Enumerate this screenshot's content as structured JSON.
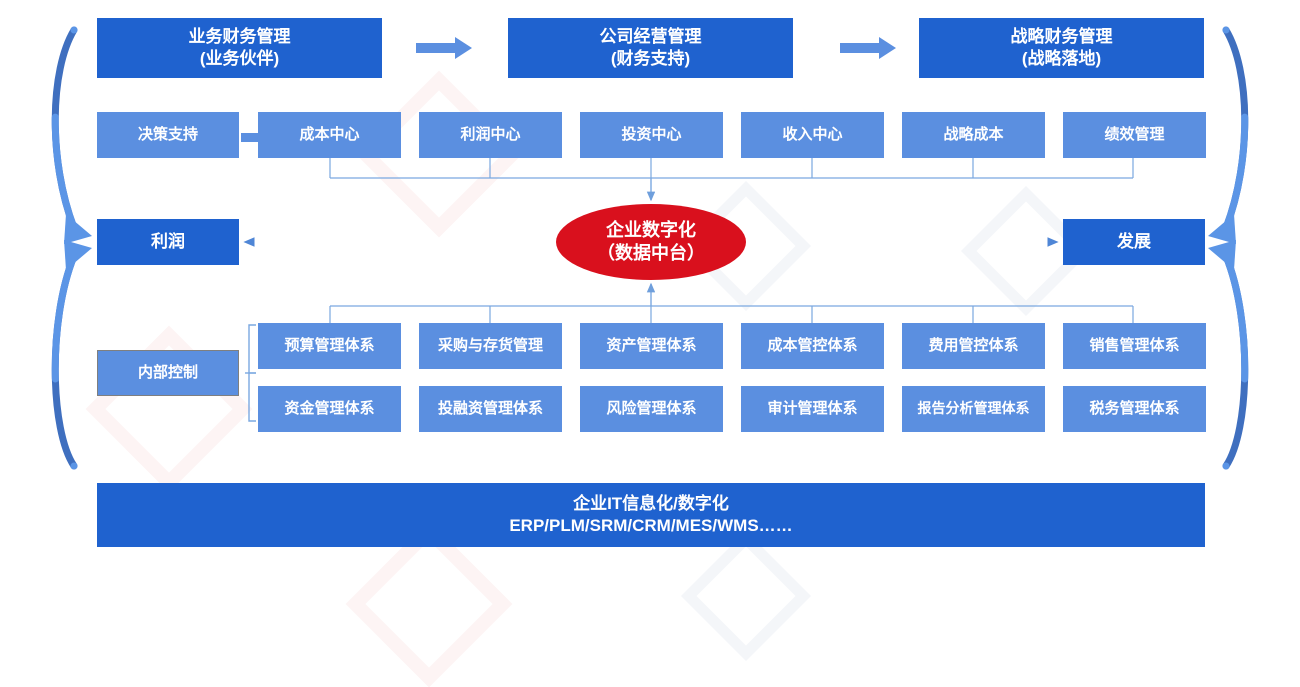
{
  "diagram": {
    "title_row": [
      {
        "id": "business-finance",
        "label": "业务财务管理\n(业务伙伴)"
      },
      {
        "id": "company-operation",
        "label": "公司经营管理\n(财务支持)"
      },
      {
        "id": "strategic-finance",
        "label": "战略财务管理\n(战略落地)"
      }
    ],
    "arrows_top": [
      "arrow-right-1",
      "arrow-right-2"
    ],
    "center_row": [
      {
        "id": "decision-support",
        "label": "决策支持"
      },
      {
        "id": "cost-center",
        "label": "成本中心"
      },
      {
        "id": "profit-center",
        "label": "利润中心"
      },
      {
        "id": "investment-center",
        "label": "投资中心"
      },
      {
        "id": "revenue-center",
        "label": "收入中心"
      },
      {
        "id": "strategic-cost",
        "label": "战略成本"
      },
      {
        "id": "performance-management",
        "label": "绩效管理"
      }
    ],
    "hub": {
      "id": "digital-hub",
      "label": "企业数字化\n（数据中台）",
      "color": "#d9101d"
    },
    "left_outcome": {
      "id": "profit",
      "label": "利润"
    },
    "right_outcome": {
      "id": "development",
      "label": "发展"
    },
    "internal_control": {
      "id": "internal-control",
      "label": "内部控制"
    },
    "systems_row_1": [
      {
        "id": "budget-system",
        "label": "预算管理体系"
      },
      {
        "id": "procurement-inventory-system",
        "label": "采购与存货管理"
      },
      {
        "id": "asset-system",
        "label": "资产管理体系"
      },
      {
        "id": "cost-control-system",
        "label": "成本管控体系"
      },
      {
        "id": "expense-control-system",
        "label": "费用管控体系"
      },
      {
        "id": "sales-system",
        "label": "销售管理体系"
      }
    ],
    "systems_row_2": [
      {
        "id": "funds-system",
        "label": "资金管理体系"
      },
      {
        "id": "investment-financing-system",
        "label": "投融资管理体系"
      },
      {
        "id": "risk-system",
        "label": "风险管理体系"
      },
      {
        "id": "audit-system",
        "label": "审计管理体系"
      },
      {
        "id": "report-analysis-system",
        "label": "报告分析管理体系"
      },
      {
        "id": "tax-system",
        "label": "税务管理体系"
      }
    ],
    "footer": {
      "id": "it-platform",
      "line1": "企业IT信息化/数字化",
      "line2": "ERP/PLM/SRM/CRM/MES/WMS……"
    },
    "colors": {
      "primary_dark": "#1f62cf",
      "primary_mid": "#5b8fe0",
      "accent_red": "#d9101d",
      "wire": "#7aa8e0",
      "brace": "#3f6fbf",
      "text_on_fill": "#ffffff"
    }
  }
}
